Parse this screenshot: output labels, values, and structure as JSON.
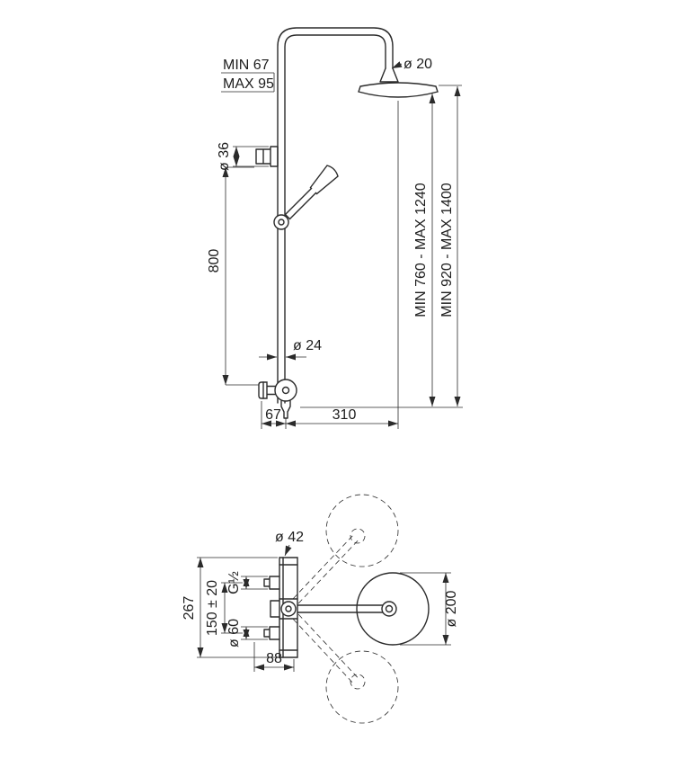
{
  "drawing": {
    "background": "#ffffff",
    "line_color": "#2b2b2b",
    "front_view": {
      "head_connection_diameter": "ø 20",
      "min_projection": "MIN 67",
      "max_projection": "MAX 95",
      "wall_union_diameter": "ø 36",
      "rail_length": "800",
      "height_range_to_head": "MIN 760 - MAX 1240",
      "height_range_overall": "MIN 920 - MAX 1400",
      "column_diameter": "ø 24",
      "wall_to_column_offset": "67",
      "arm_projection": "310"
    },
    "plan_view": {
      "top_connection_diameter": "ø 42",
      "thread_size": "G½",
      "body_height": "267",
      "inlet_spacing": "150 ± 20",
      "bottom_rosette_diameter": "ø 60",
      "head_diameter": "ø 200",
      "wall_clearance": "88"
    }
  }
}
